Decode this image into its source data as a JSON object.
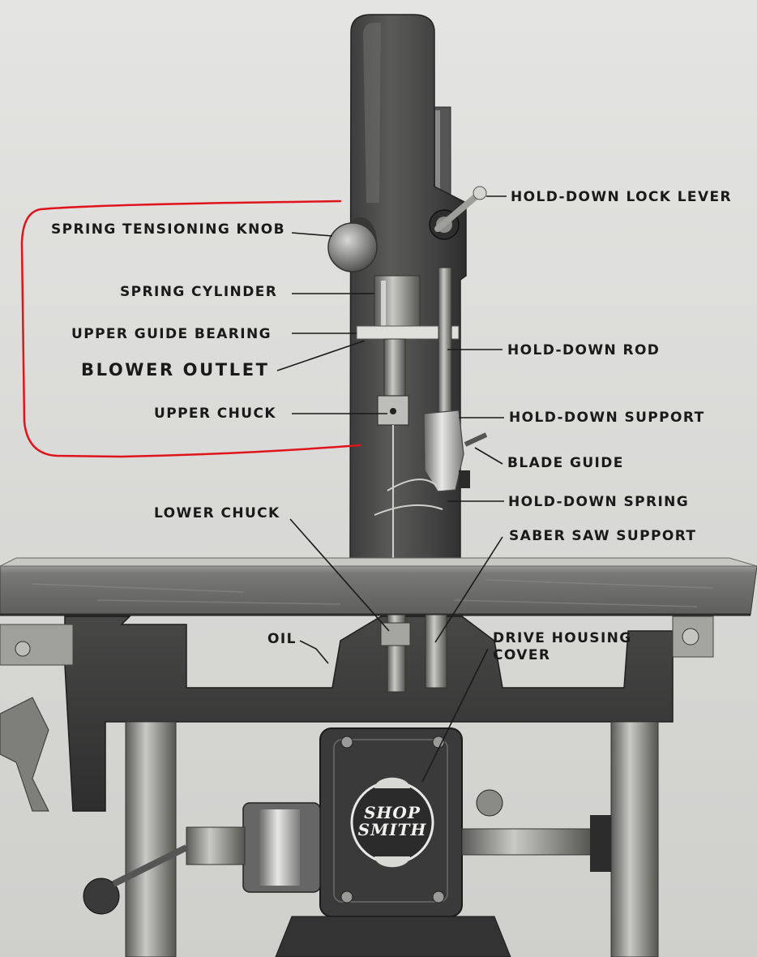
{
  "labels": {
    "spring_tensioning_knob": "SPRING TENSIONING KNOB",
    "spring_cylinder": "SPRING CYLINDER",
    "upper_guide_bearing": "UPPER GUIDE BEARING",
    "blower_outlet": "BLOWER OUTLET",
    "upper_chuck": "UPPER CHUCK",
    "lower_chuck": "LOWER CHUCK",
    "oil": "OIL",
    "hold_down_lock_lever": "HOLD-DOWN LOCK LEVER",
    "hold_down_rod": "HOLD-DOWN ROD",
    "hold_down_support": "HOLD-DOWN SUPPORT",
    "blade_guide": "BLADE GUIDE",
    "hold_down_spring": "HOLD-DOWN SPRING",
    "saber_saw_support": "SABER SAW SUPPORT",
    "drive_housing_cover": "DRIVE HOUSING\nCOVER"
  },
  "logo": {
    "text": "SHOP\nSMITH",
    "icon": "shopsmith-badge-icon"
  },
  "colors": {
    "background": "#d9d9d6",
    "machine": "#3a3a3a",
    "table": "#6d6d6b",
    "highlight": "#e0141b"
  }
}
